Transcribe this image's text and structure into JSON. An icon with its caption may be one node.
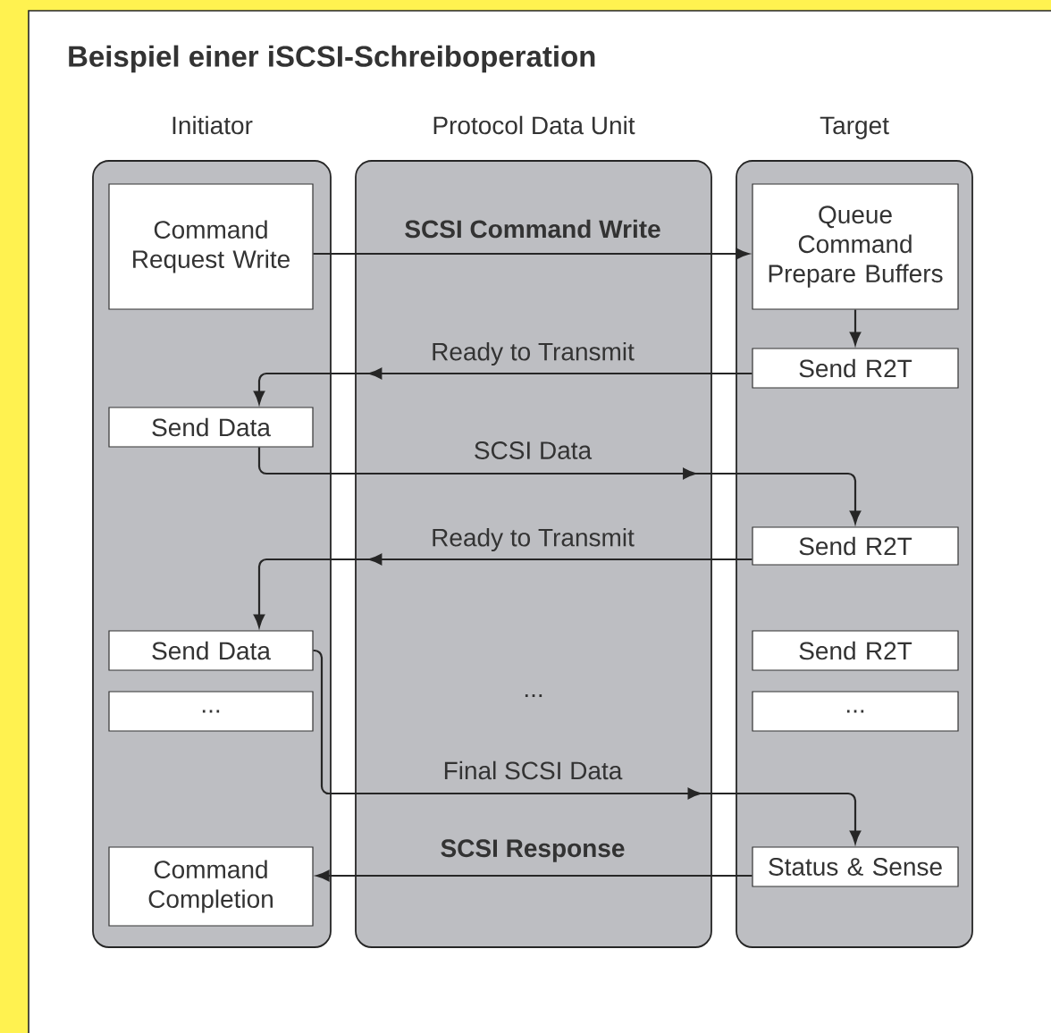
{
  "diagram": {
    "title": "Beispiel einer iSCSI-Schreiboperation",
    "nodes": [
      {
        "text": [
          "Initiator"
        ]
      },
      {
        "text": [
          "Target"
        ]
      },
      {
        "text": [
          "Command Request Write"
        ],
        "in": 0
      },
      {
        "text": [
          "Send Data"
        ],
        "in": 0
      },
      {
        "text": [
          "Send Data"
        ],
        "in": 0
      },
      {
        "text": [
          "..."
        ],
        "in": 0
      },
      {
        "text": [
          "Command Completion"
        ],
        "in": 0
      },
      {
        "text": [
          "Queue Command Prepare Buffers"
        ],
        "in": 1
      },
      {
        "text": [
          "Send R2T"
        ],
        "in": 1
      },
      {
        "text": [
          "Send R2T"
        ],
        "in": 1
      },
      {
        "text": [
          "Send R2T"
        ],
        "in": 1
      },
      {
        "text": [
          "..."
        ],
        "in": 1
      },
      {
        "text": [
          "Status & Sense"
        ],
        "in": 1
      }
    ],
    "edges": [
      {
        "from": 2,
        "to": 7,
        "arrow": "to",
        "label": "SCSI Command Write"
      },
      {
        "from": 7,
        "to": 8,
        "arrow": "to"
      },
      {
        "from": 8,
        "to": 3,
        "arrow": "to",
        "label": "Ready to Transmit"
      },
      {
        "from": 3,
        "to": 9,
        "arrow": "to",
        "label": "SCSI Data"
      },
      {
        "from": 9,
        "to": 4,
        "arrow": "to",
        "label": "Ready to Transmit"
      },
      {
        "from": 4,
        "to": 12,
        "arrow": "to",
        "label": "Final SCSI Data"
      },
      {
        "from": 12,
        "to": 6,
        "arrow": "to",
        "label": "SCSI Response"
      }
    ],
    "labels": [
      "Protocol Data Unit",
      "..."
    ]
  }
}
